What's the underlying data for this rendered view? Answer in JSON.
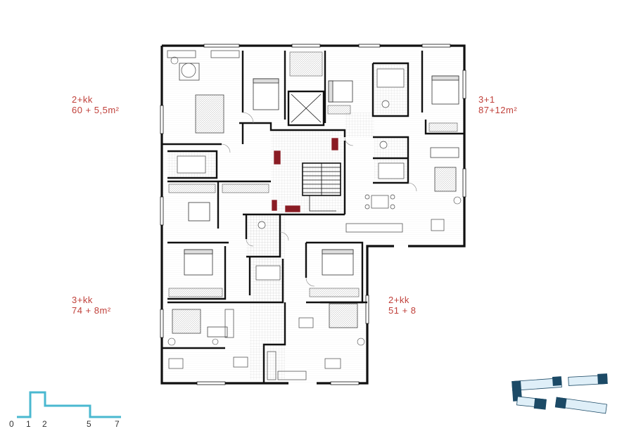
{
  "units": [
    {
      "type": "2+kk",
      "area": "60 + 5,5m²"
    },
    {
      "type": "3+1",
      "area": "87+12m²"
    },
    {
      "type": "3+kk",
      "area": "74 + 8m²"
    },
    {
      "type": "2+kk",
      "area": "51 + 8"
    }
  ],
  "scale": {
    "ticks": [
      "0",
      "1",
      "2",
      "5",
      "7"
    ]
  },
  "colors": {
    "label": "#c0403a",
    "scale": "#4ab8d0",
    "site_dark": "#1c4a66",
    "site_light": "#dfeff8",
    "wall": "#111111",
    "carpet": "#8a1c24"
  }
}
